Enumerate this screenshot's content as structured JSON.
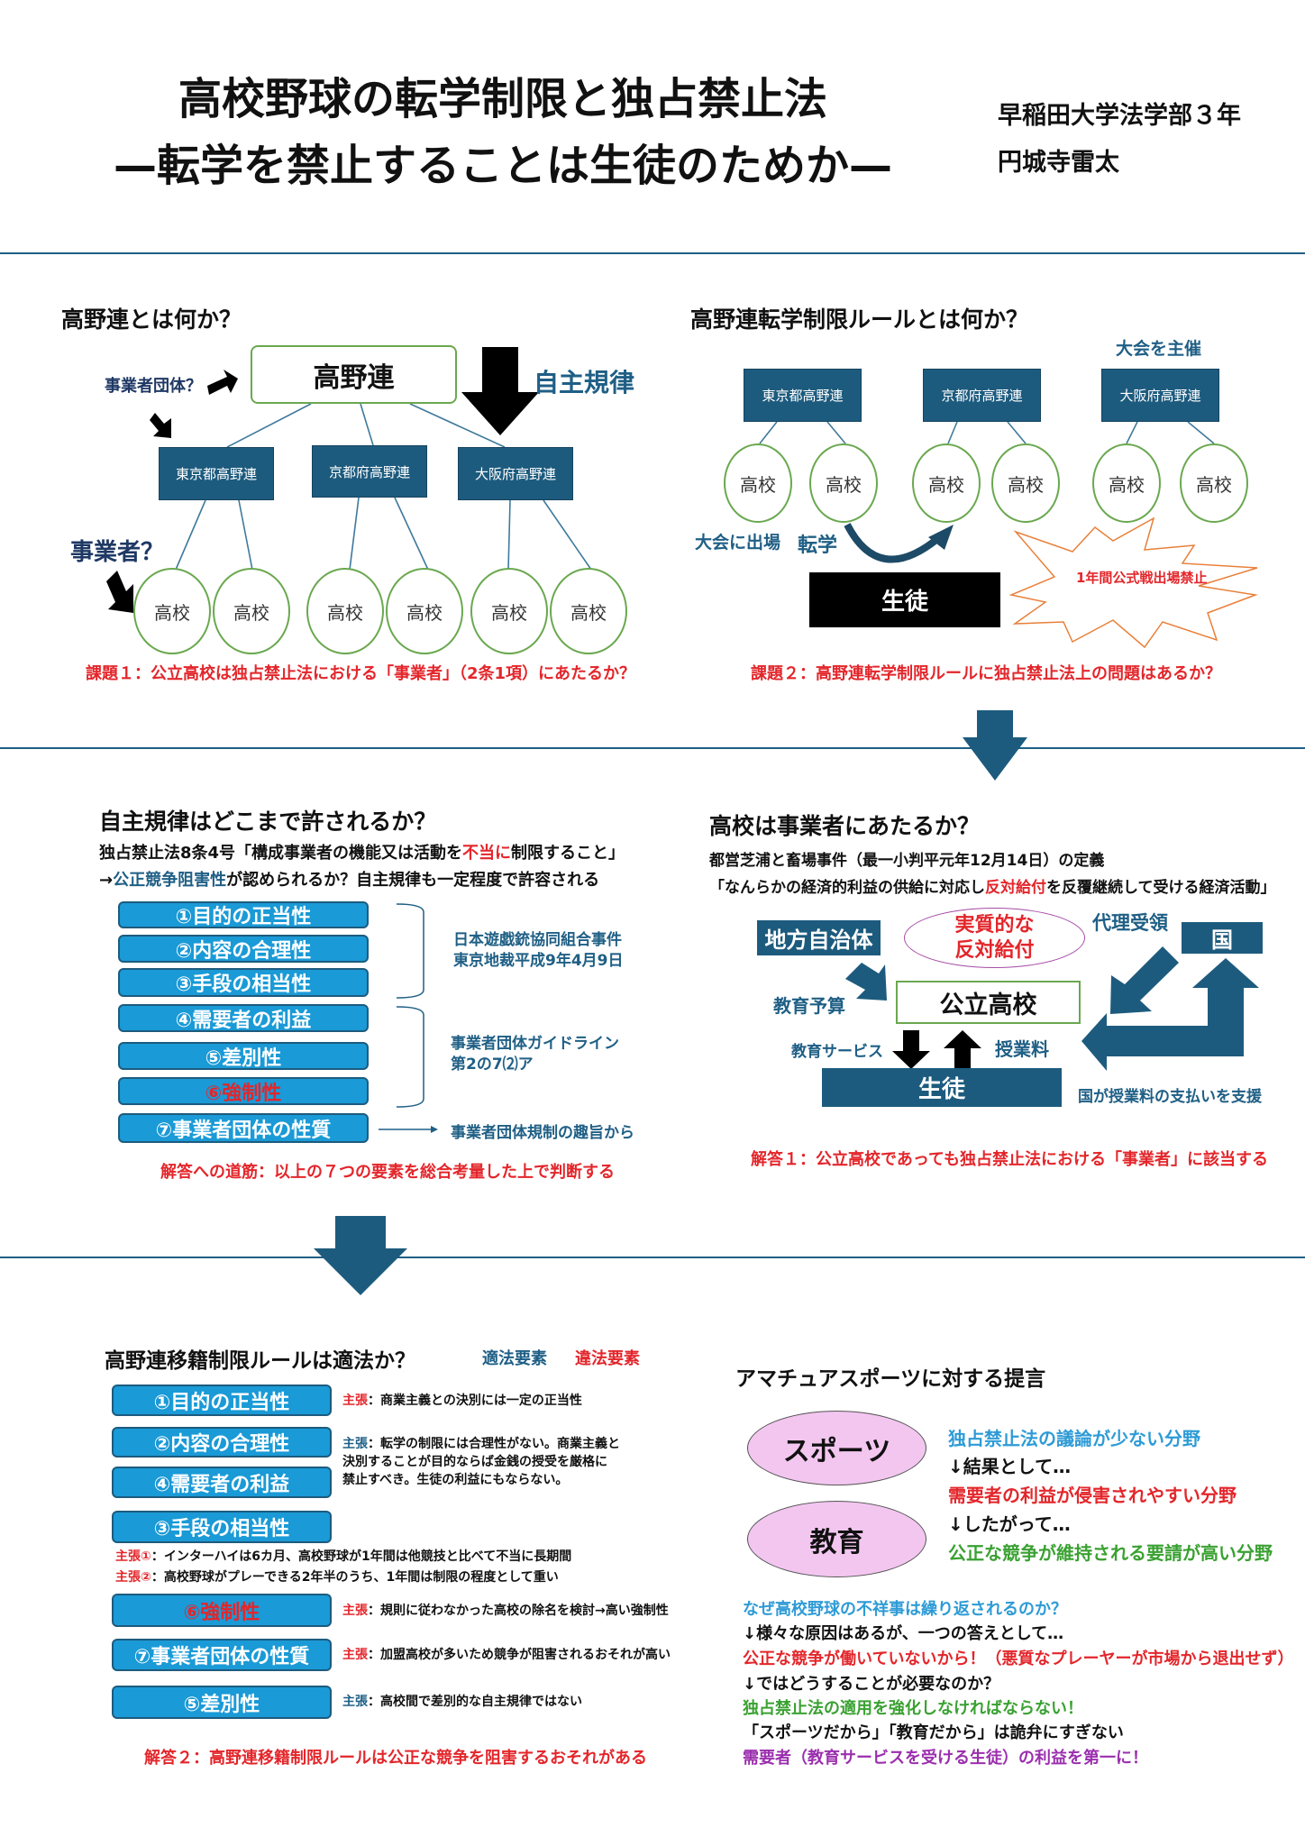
{
  "header": {
    "title_line1": "高校野球の転学制限と独占禁止法",
    "title_line2": "—転学を禁止することは生徒のためか—",
    "affiliation": "早稲田大学法学部３年",
    "author": "円城寺雷太"
  },
  "colors": {
    "rule": "#1f5f85",
    "box": "#1d5b7e",
    "factor": "#1a9ad6",
    "red": "#e3262b",
    "green": "#3aa132",
    "purple": "#9b2fae",
    "lightblue": "#2e9bd6"
  },
  "s1": {
    "heading": "高野連とは何か？",
    "root": "高野連",
    "label_group": "事業者団体？",
    "label_self": "自主規律",
    "label_business": "事業者？",
    "prefs": [
      "東京都高野連",
      "京都府高野連",
      "大阪府高野連"
    ],
    "school": "高校",
    "caption": "課題１：公立高校は独占禁止法における「事業者」（2条1項）にあたるか？"
  },
  "s2": {
    "heading": "高野連転学制限ルールとは何か？",
    "host": "大会を主催",
    "prefs": [
      "東京都高野連",
      "京都府高野連",
      "大阪府高野連"
    ],
    "school": "高校",
    "participate": "大会に出場",
    "transfer": "転学",
    "student": "生徒",
    "ban": "1年間公式戦出場禁止",
    "caption": "課題２：高野連転学制限ルールに独占禁止法上の問題はあるか？"
  },
  "s3": {
    "heading": "自主規律はどこまで許されるか？",
    "law_pre": "独占禁止法8条4号「構成事業者の機能又は活動を",
    "law_red": "不当に",
    "law_post": "制限すること」",
    "q_pre": "→",
    "q_blue": "公正競争阻害性",
    "q_post": "が認められるか？自主規律も一定程度で許容される",
    "factors": [
      "①目的の正当性",
      "②内容の合理性",
      "③手段の相当性",
      "④需要者の利益",
      "⑤差別性",
      "⑥強制性",
      "⑦事業者団体の性質"
    ],
    "case1": "日本遊戯銃協同組合事件",
    "case2": "東京地裁平成9年4月9日",
    "guide1": "事業者団体ガイドライン",
    "guide2": "第2の7⑵ア",
    "purpose": "事業者団体規制の趣旨から",
    "caption": "解答への道筋：以上の７つの要素を総合考量した上で判断する"
  },
  "s4": {
    "heading": "高校は事業者にあたるか？",
    "case": "都営芝浦と畜場事件（最一小判平元年12月14日）の定義",
    "def_pre": "「なんらかの経済的利益の供給に対応し",
    "def_red": "反対給付",
    "def_post": "を反覆継続して受ける経済活動」",
    "local": "地方自治体",
    "substantive1": "実質的な",
    "substantive2": "反対給付",
    "proxy": "代理受領",
    "nation": "国",
    "budget": "教育予算",
    "school": "公立高校",
    "service": "教育サービス",
    "tuition": "授業料",
    "student": "生徒",
    "support": "国が授業料の支払いを支援",
    "caption": "解答１：公立高校であっても独占禁止法における「事業者」に該当する"
  },
  "s5": {
    "heading": "高野連移籍制限ルールは適法か？",
    "legal": "適法要素",
    "illegal": "違法要素",
    "claim": "主張",
    "f1": "①目的の正当性",
    "c1": "：商業主義との決別には一定の正当性",
    "f2": "②内容の合理性",
    "f4": "④需要者の利益",
    "c2": "：転学の制限には合理性がない。商業主義と",
    "c2b": "決別することが目的ならば金銭の授受を厳格に",
    "c2c": "禁止すべき。生徒の利益にもならない。",
    "f3": "③手段の相当性",
    "c3a_label": "主張①",
    "c3a": "：インターハイは6カ月、高校野球が1年間は他競技と比べて不当に長期間",
    "c3b_label": "主張②",
    "c3b": "：高校野球がプレーできる2年半のうち、1年間は制限の程度として重い",
    "f6": "⑥強制性",
    "c6": "：規則に従わなかった高校の除名を検討→高い強制性",
    "f7": "⑦事業者団体の性質",
    "c7": "：加盟高校が多いため競争が阻害されるおそれが高い",
    "f5": "⑤差別性",
    "c5": "：高校間で差別的な自主規律ではない",
    "caption": "解答２：高野連移籍制限ルールは公正な競争を阻害するおそれがある"
  },
  "s6": {
    "heading": "アマチュアスポーツに対する提言",
    "sports": "スポーツ",
    "education": "教育",
    "lines": [
      "独占禁止法の議論が少ない分野",
      "↓結果として…",
      "需要者の利益が侵害されやすい分野",
      "↓したがって…",
      "公正な競争が維持される要請が高い分野"
    ],
    "lines2": [
      "なぜ高校野球の不祥事は繰り返されるのか？",
      "↓様々な原因はあるが、一つの答えとして…",
      "公正な競争が働いていないから！（悪質なプレーヤーが市場から退出せず）",
      "↓ではどうすることが必要なのか？",
      "独占禁止法の適用を強化しなければならない！",
      "「スポーツだから」「教育だから」は詭弁にすぎない",
      "需要者（教育サービスを受ける生徒）の利益を第一に！"
    ]
  }
}
